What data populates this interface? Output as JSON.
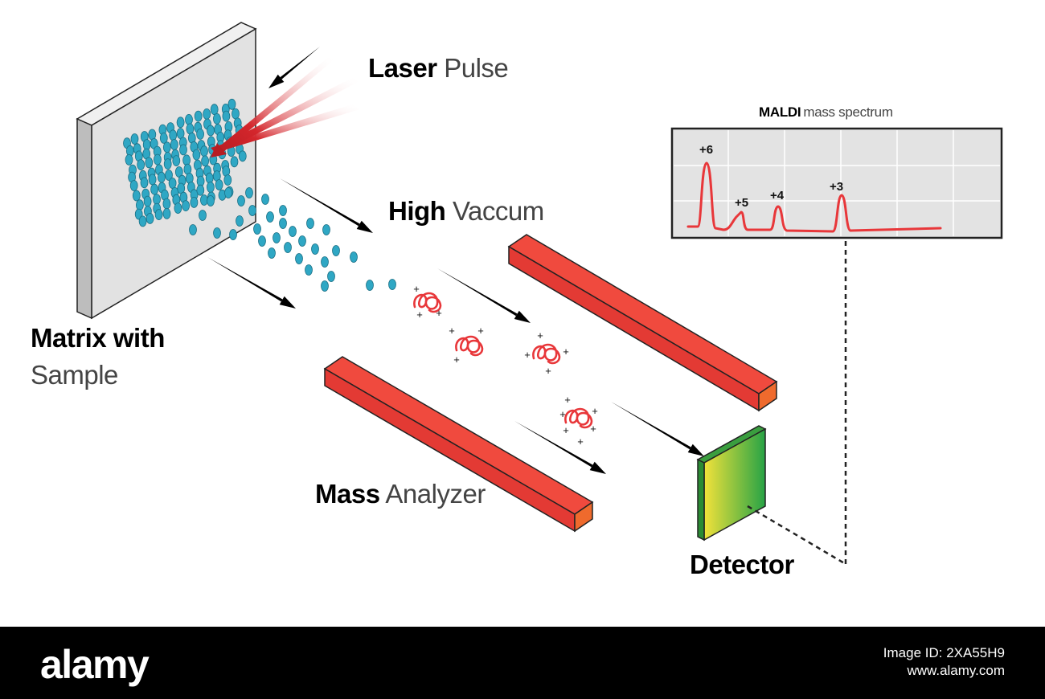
{
  "labels": {
    "laser_bold": "Laser",
    "laser_light": "Pulse",
    "vacuum_bold": "High",
    "vacuum_light": "Vaccum",
    "matrix_bold": "Matrix with",
    "matrix_light": "Sample",
    "mass_bold": "Mass",
    "mass_light": "Analyzer",
    "detector": "Detector"
  },
  "spectrum": {
    "title_bold": "MALDI",
    "title_light": "mass spectrum",
    "peaks": [
      "+6",
      "+5",
      "+4",
      "+3"
    ]
  },
  "footer": {
    "brand": "alamy",
    "image_id": "Image ID: 2XA55H9",
    "site": "www.alamy.com"
  },
  "colors": {
    "matrix_plate": "#e2e2e2",
    "molecule": "#2fa7c4",
    "ion": "#e8373a",
    "analyzer": "#e9413a",
    "laser": "#d4262c",
    "spectrum_line": "#e8373a"
  }
}
